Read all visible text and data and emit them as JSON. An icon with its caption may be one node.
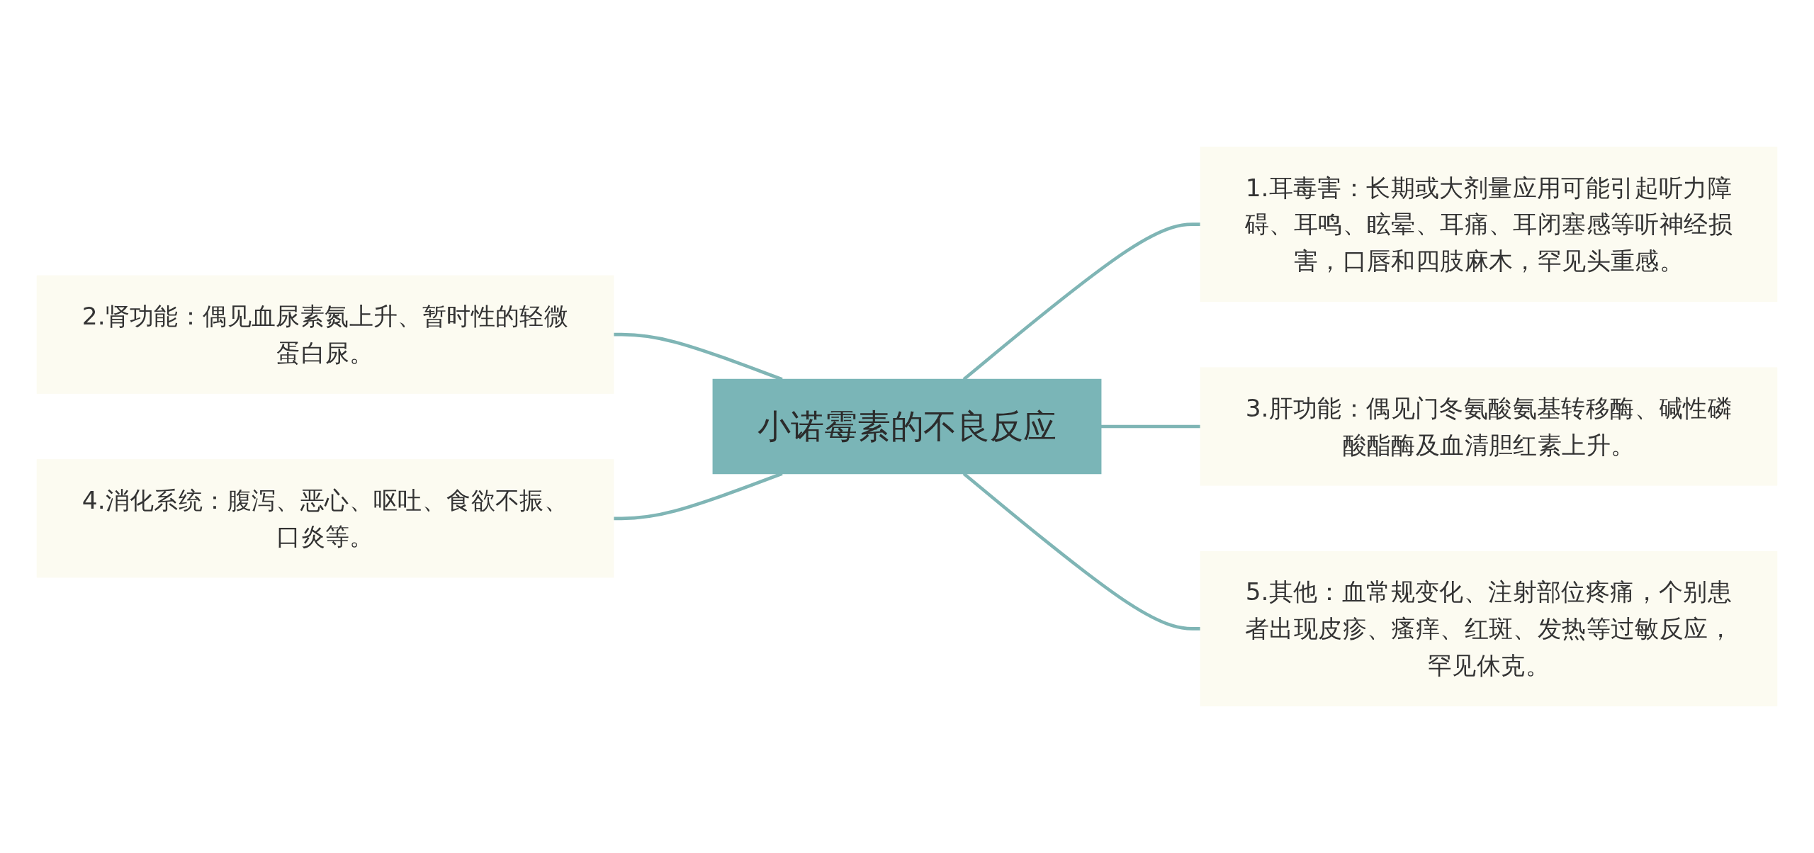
{
  "diagram": {
    "nodes": [
      {
        "text": [
          "小诺霉素的不良反应"
        ]
      },
      {
        "text": [
          "1.耳毒害：长期或大剂量应用可能引起听力障碍、耳鸣、眩晕、耳痛、耳闭塞感等听神经损害，口唇和四肢麻木，罕见头重感。"
        ]
      },
      {
        "text": [
          "2.肾功能：偶见血尿素氮上升、暂时性的轻微蛋白尿。"
        ]
      },
      {
        "text": [
          "3.肝功能：偶见门冬氨酸氨基转移酶、碱性磷酸酯酶及血清胆红素上升。"
        ]
      },
      {
        "text": [
          "4.消化系统：腹泻、恶心、呕吐、食欲不振、口炎等。"
        ]
      },
      {
        "text": [
          "5.其他：血常规变化、注射部位疼痛，个别患者出现皮疹、瘙痒、红斑、发热等过敏反应，罕见休克。"
        ]
      }
    ],
    "edges": [
      {
        "from": 0,
        "to": 1,
        "arrow": "none"
      },
      {
        "from": 0,
        "to": 2,
        "arrow": "none"
      },
      {
        "from": 0,
        "to": 3,
        "arrow": "none"
      },
      {
        "from": 0,
        "to": 4,
        "arrow": "none"
      },
      {
        "from": 0,
        "to": 5,
        "arrow": "none"
      }
    ]
  }
}
